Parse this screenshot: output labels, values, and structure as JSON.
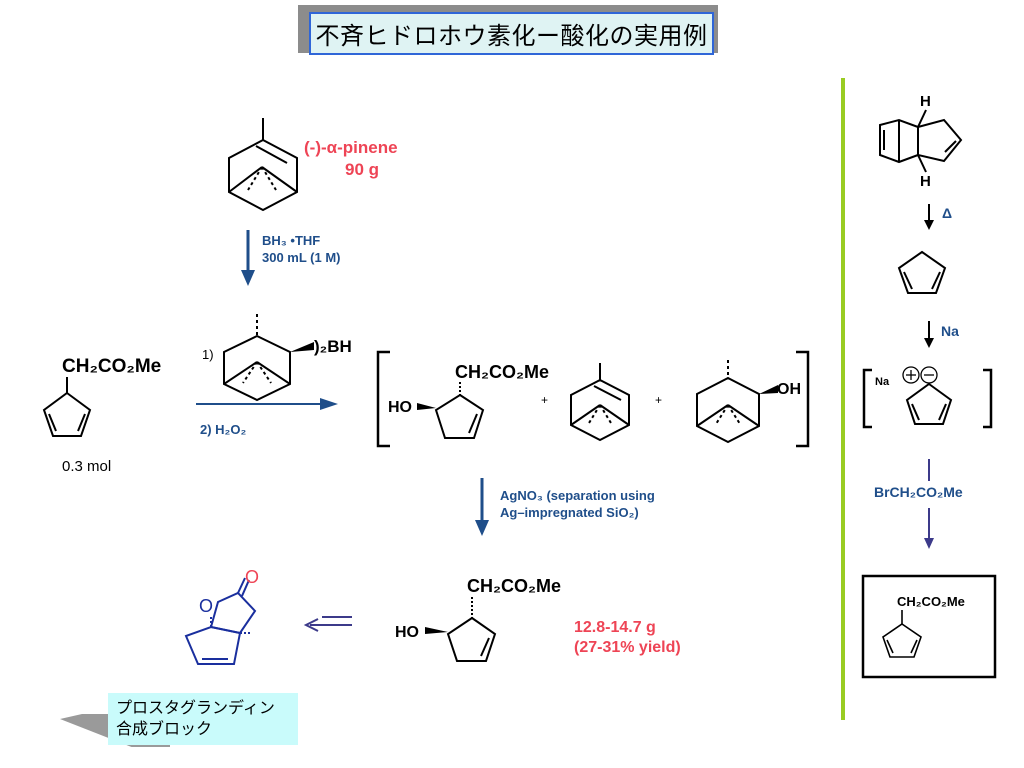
{
  "title": "不斉ヒドロホウ素化ー酸化の実用例",
  "pinene": {
    "name": "(-)-α-pinene",
    "amount": "90 g"
  },
  "step1": {
    "reagent": "BH₃ •THF",
    "amount": "300 mL (1 M)"
  },
  "start": {
    "formula": "CH₂CO₂Me",
    "amount": "0.3 mol"
  },
  "step2": {
    "part1_num": "1)",
    "part1_tail": ")₂BH",
    "part2": "2) H₂O₂"
  },
  "mixture": {
    "formula": "CH₂CO₂Me",
    "ho": "HO",
    "oh": "OH",
    "plus": "+"
  },
  "step3": {
    "line1": "AgNO₃ (separation using",
    "line2": "Ag–impregnated SiO₂)"
  },
  "product": {
    "formula": "CH₂CO₂Me",
    "ho": "HO",
    "mass": "12.8-14.7 g",
    "yield": "(27-31% yield)"
  },
  "lactone": {
    "o_ring": "O",
    "o_carbonyl": "O"
  },
  "label": {
    "line1": "プロスタグランディン",
    "line2": "合成ブロック"
  },
  "side": {
    "h_top": "H",
    "h_bottom": "H",
    "delta": "Δ",
    "na_reagent": "Na",
    "na_salt": "Na",
    "alkylating": "BrCH₂CO₂Me",
    "final_formula": "CH₂CO₂Me"
  },
  "colors": {
    "red": "#ee4455",
    "blue": "#1f4e8a",
    "purple": "#3c3a8a",
    "green": "#99cc22",
    "navy": "#1a2f9e"
  }
}
